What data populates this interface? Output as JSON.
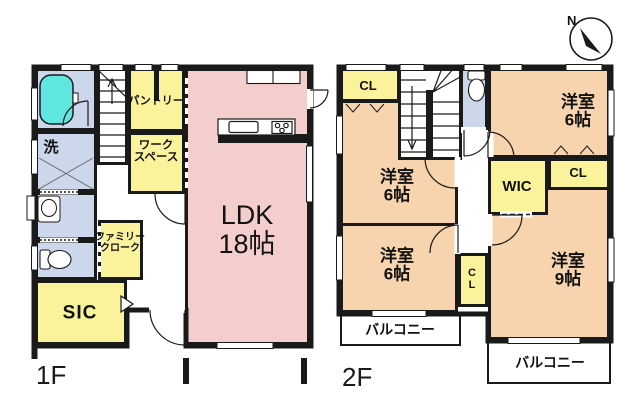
{
  "title": "2-story house floor plan",
  "compass": {
    "north_label": "N"
  },
  "colors": {
    "wall": "#1a1a1a",
    "ldk_pink": "#f4cdcd",
    "bedroom_peach": "#f7d4ae",
    "closet_yellow": "#faf39b",
    "wet_area_blue": "#ccd7ec",
    "bathtub_cyan": "#5fe6e0"
  },
  "floor1": {
    "label": "1F",
    "rooms": {
      "laundry": {
        "label": "洗"
      },
      "pantry": {
        "label": "パントリー"
      },
      "workspace": {
        "line1": "ワーク",
        "line2": "スペース"
      },
      "ldk": {
        "line1": "LDK",
        "line2": "18帖"
      },
      "family_closet": {
        "line1": "ファミリー",
        "line2": "クローク"
      },
      "shoe_closet": {
        "label": "SIC"
      }
    }
  },
  "floor2": {
    "label": "2F",
    "rooms": {
      "closet_top_left": {
        "label": "CL"
      },
      "bedroom_top_right": {
        "line1": "洋室",
        "line2": "6帖"
      },
      "bedroom_mid_left": {
        "line1": "洋室",
        "line2": "6帖"
      },
      "bedroom_bottom_left": {
        "line1": "洋室",
        "line2": "6帖"
      },
      "bedroom_right": {
        "line1": "洋室",
        "line2": "9帖"
      },
      "walk_in_closet": {
        "label": "WIC"
      },
      "closet_right": {
        "label": "CL"
      },
      "closet_center": {
        "line1": "C",
        "line2": "L"
      },
      "balcony_left": {
        "label": "バルコニー"
      },
      "balcony_right": {
        "label": "バルコニー"
      }
    }
  }
}
